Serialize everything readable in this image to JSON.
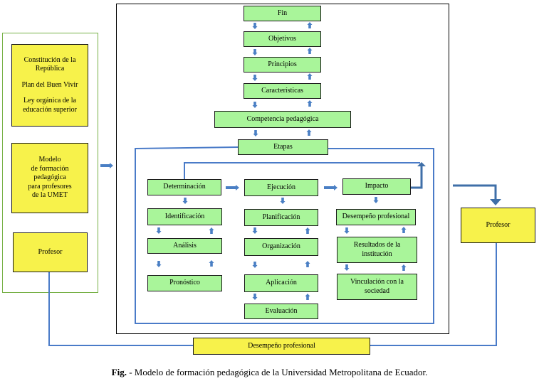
{
  "left_panel": {
    "legal_frame": {
      "line1": "Constitución de la República",
      "line2": "Plan del Buen Vivir",
      "line3": "Ley orgánica de la educación superior"
    },
    "model": "Modelo\nde formación\npedagógica\npara profesores\nde la UMET",
    "profesor": "Profesor"
  },
  "hierarchy": [
    "Fin",
    "Objetivos",
    "Principios",
    "Características",
    "Competencia pedagógica",
    "Etapas"
  ],
  "stages": {
    "determinacion": {
      "title": "Determinación",
      "steps": [
        "Identificación",
        "Análisis",
        "Pronóstico"
      ]
    },
    "ejecucion": {
      "title": "Ejecución",
      "steps": [
        "Planificación",
        "Organización",
        "Aplicación",
        "Evaluación"
      ]
    },
    "impacto": {
      "title": "Impacto",
      "steps": [
        "Desempeño profesional",
        "Resultados de la\ninstitución",
        "Vinculación con la\nsociedad"
      ]
    }
  },
  "right_profesor": "Profesor",
  "bottom_box": "Desempeño profesional",
  "caption": {
    "label": "Fig.",
    "text": " - Modelo de formación pedagógica de la Universidad Metropolitana de Ecuador."
  },
  "colors": {
    "green_box": "#a9f59a",
    "yellow_box": "#f7f24b",
    "connector_blue": "#4a7bc8",
    "outer_green_border": "#77b147"
  }
}
